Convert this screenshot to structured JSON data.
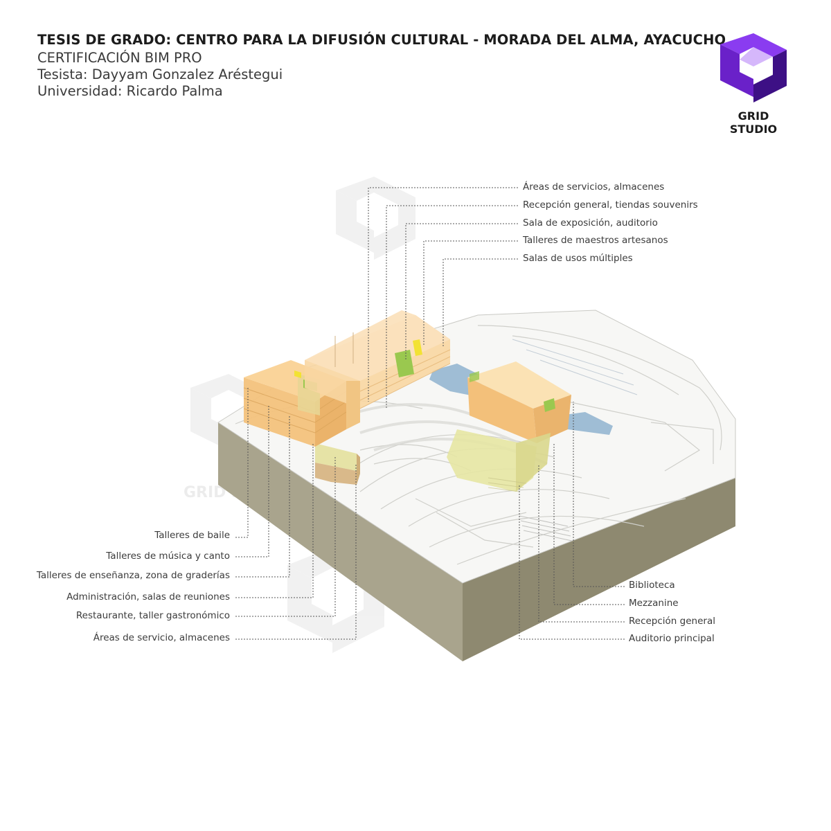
{
  "header": {
    "title": "TESIS DE GRADO: CENTRO PARA LA DIFUSIÓN CULTURAL - MORADA DEL ALMA, AYACUCHO",
    "subtitle": "CERTIFICACIÓN BIM PRO",
    "author": "Tesista: Dayyam Gonzalez Aréstegui",
    "university": "Universidad: Ricardo Palma"
  },
  "logo": {
    "name": "GRID STUDIO",
    "colors": {
      "top": "#8a3cf0",
      "left": "#6a21c9",
      "right": "#3d1085"
    }
  },
  "watermark": "GRID STUDIO",
  "labels_top": [
    "Áreas de servicios, almacenes",
    "Recepción general, tiendas souvenirs",
    "Sala de exposición, auditorio",
    "Talleres de maestros artesanos",
    "Salas de usos múltiples"
  ],
  "labels_left": [
    "Talleres de baile",
    "Talleres de música y canto",
    "Talleres de enseñanza, zona de graderías",
    "Administración, salas de reuniones",
    "Restaurante, taller gastronómico",
    "Áreas de servicio, almacenes"
  ],
  "labels_right": [
    "Biblioteca",
    "Mezzanine",
    "Recepción general",
    "Auditorio principal"
  ],
  "colors": {
    "base_side": "#aaa590",
    "base_front": "#8f8a72",
    "block_orange": "#f6c77f",
    "block_yellow": "#e8e6a6",
    "glass_blue": "#8fb3cf",
    "green": "#9ac84f"
  }
}
